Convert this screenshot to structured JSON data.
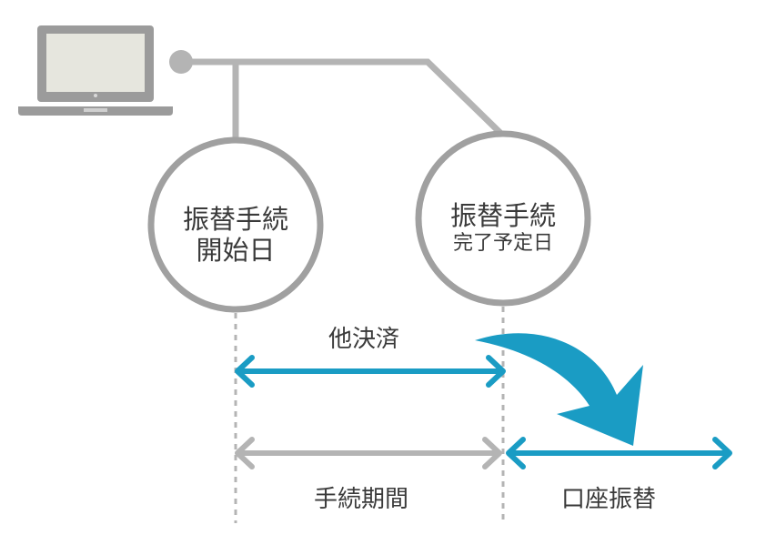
{
  "nodes": {
    "start": {
      "line1": "振替手続",
      "line2": "開始日"
    },
    "end": {
      "line1": "振替手続",
      "line2": "完了予定日"
    }
  },
  "arrows": {
    "other_payment": "他決済",
    "procedure_period": "手続期間",
    "account_transfer": "口座振替"
  },
  "colors": {
    "accent": "#1a9cc4",
    "gray": "#b4b4b4",
    "dark_gray": "#a0a0a0",
    "text": "#3a3a3a"
  },
  "icons": [
    "laptop-icon"
  ]
}
